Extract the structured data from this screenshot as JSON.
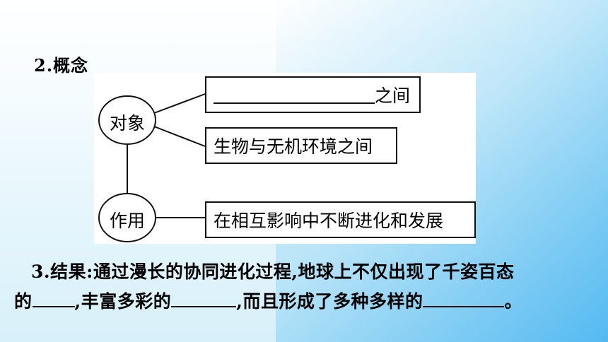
{
  "heading": "2.概念",
  "diagram": {
    "node_object": "对象",
    "node_effect": "作用",
    "box1_suffix": "之间",
    "box2_text": "生物与无机环境之间",
    "box3_text": "在相互影响中不断进化和发展"
  },
  "result": {
    "line1": "3.结果:通过漫长的协同进化过程,地球上不仅出现了千姿百态",
    "line2_a": "的",
    "line2_b": ",丰富多彩的",
    "line2_c": ",而且形成了多种多样的",
    "line2_d": "。"
  }
}
